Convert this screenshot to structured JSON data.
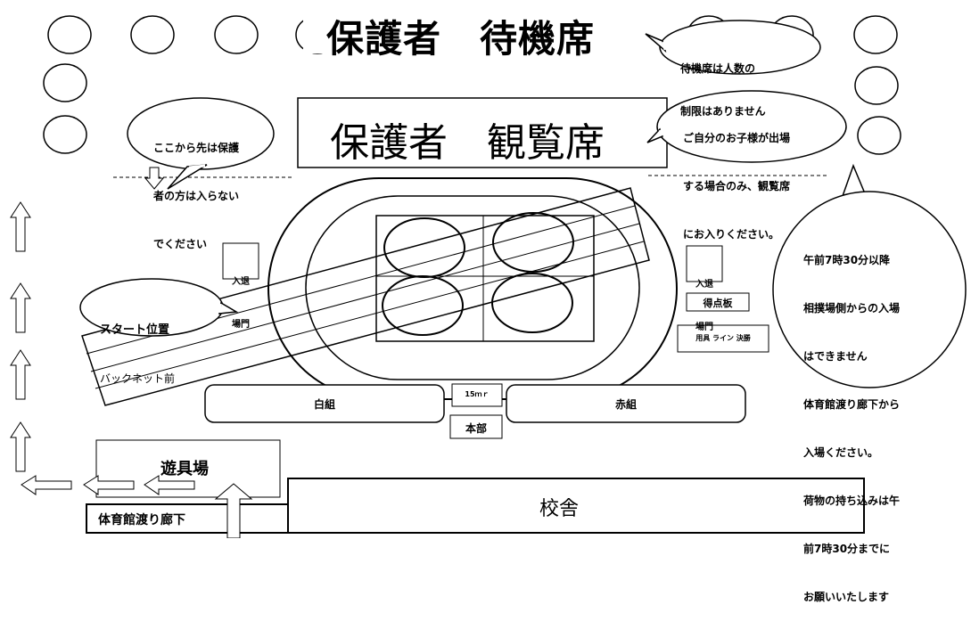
{
  "title_waiting": "保護者　待機席",
  "title_viewing": "保護者　観覧席",
  "bubble_waiting_note": [
    "待機席は人数の",
    "制限はありません"
  ],
  "bubble_viewing_note": [
    "ご自分のお子様が出場",
    "する場合のみ、観覧席",
    "にお入りください。"
  ],
  "bubble_no_entry": [
    "ここから先は保護",
    "者の方は入らない",
    "でください"
  ],
  "bubble_start": {
    "title": "スタート位置",
    "sub": "バックネット前"
  },
  "bubble_notice": [
    "午前7時30分以降",
    "相撲場側からの入場",
    "はできません",
    "体育館渡り廊下から",
    "入場ください。",
    "荷物の持ち込みは午",
    "前7時30分までに",
    "お願いいたします"
  ],
  "gate_left": [
    "入退",
    "場門"
  ],
  "gate_right": [
    "入退",
    "場門"
  ],
  "scoreboard": "得点板",
  "equipment": "用具 ライン 決勝",
  "team_white": "白組",
  "team_red": "赤組",
  "center_small": "15ｍｒ",
  "headquarters": "本部",
  "playground": "遊具場",
  "gym_corridor": "体育館渡り廊下",
  "school_building": "校舎"
}
